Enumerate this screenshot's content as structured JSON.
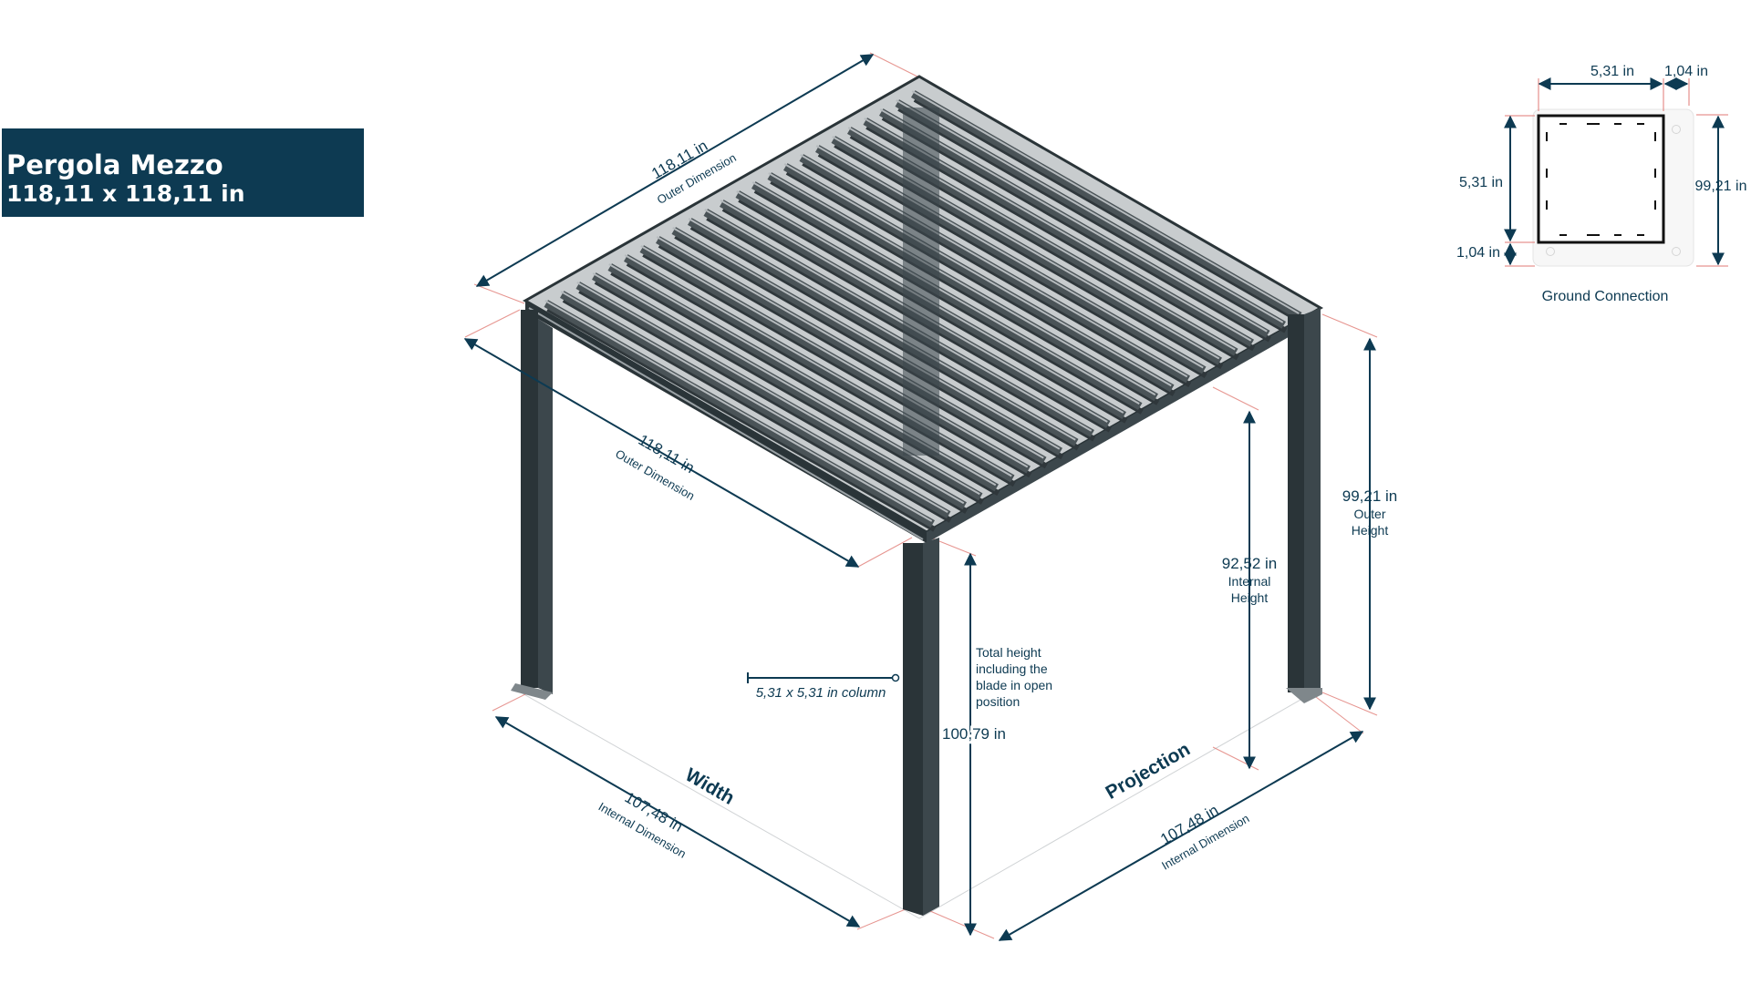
{
  "title": {
    "name": "Pergola Mezzo",
    "size": "118,11 x 118,11 in"
  },
  "dimensions": {
    "outer_back_value": "118,11 in",
    "outer_back_caption": "Outer Dimension",
    "outer_left_value": "118,11 in",
    "outer_left_caption": "Outer Dimension",
    "width_heading": "Width",
    "width_value": "107,48 in",
    "width_caption": "Internal Dimension",
    "projection_heading": "Projection",
    "projection_value": "107,48 in",
    "projection_caption": "Internal Dimension",
    "outer_height_value": "99,21 in",
    "outer_height_caption_1": "Outer",
    "outer_height_caption_2": "Height",
    "internal_height_value": "92,52 in",
    "internal_height_caption_1": "Internal",
    "internal_height_caption_2": "Height",
    "total_height_note_1": "Total height",
    "total_height_note_2": "including the",
    "total_height_note_3": "blade in open",
    "total_height_note_4": "position",
    "total_height_value": "100,79 in",
    "column_label": "5,31 x 5,31 in column"
  },
  "ground_connection": {
    "title": "Ground Connection",
    "top_width": "5,31 in",
    "top_offset": "1,04 in",
    "left_height": "5,31 in",
    "left_offset": "1,04 in",
    "right_height": "99,21 in"
  },
  "colors": {
    "frame": "#2a3438",
    "frame_light": "#3c474c",
    "blade": "#4a5357",
    "blade_highlight": "#b5babd",
    "dimension": "#0d3a52",
    "extension": "#e07a74",
    "title_background": "#0d3a52"
  }
}
